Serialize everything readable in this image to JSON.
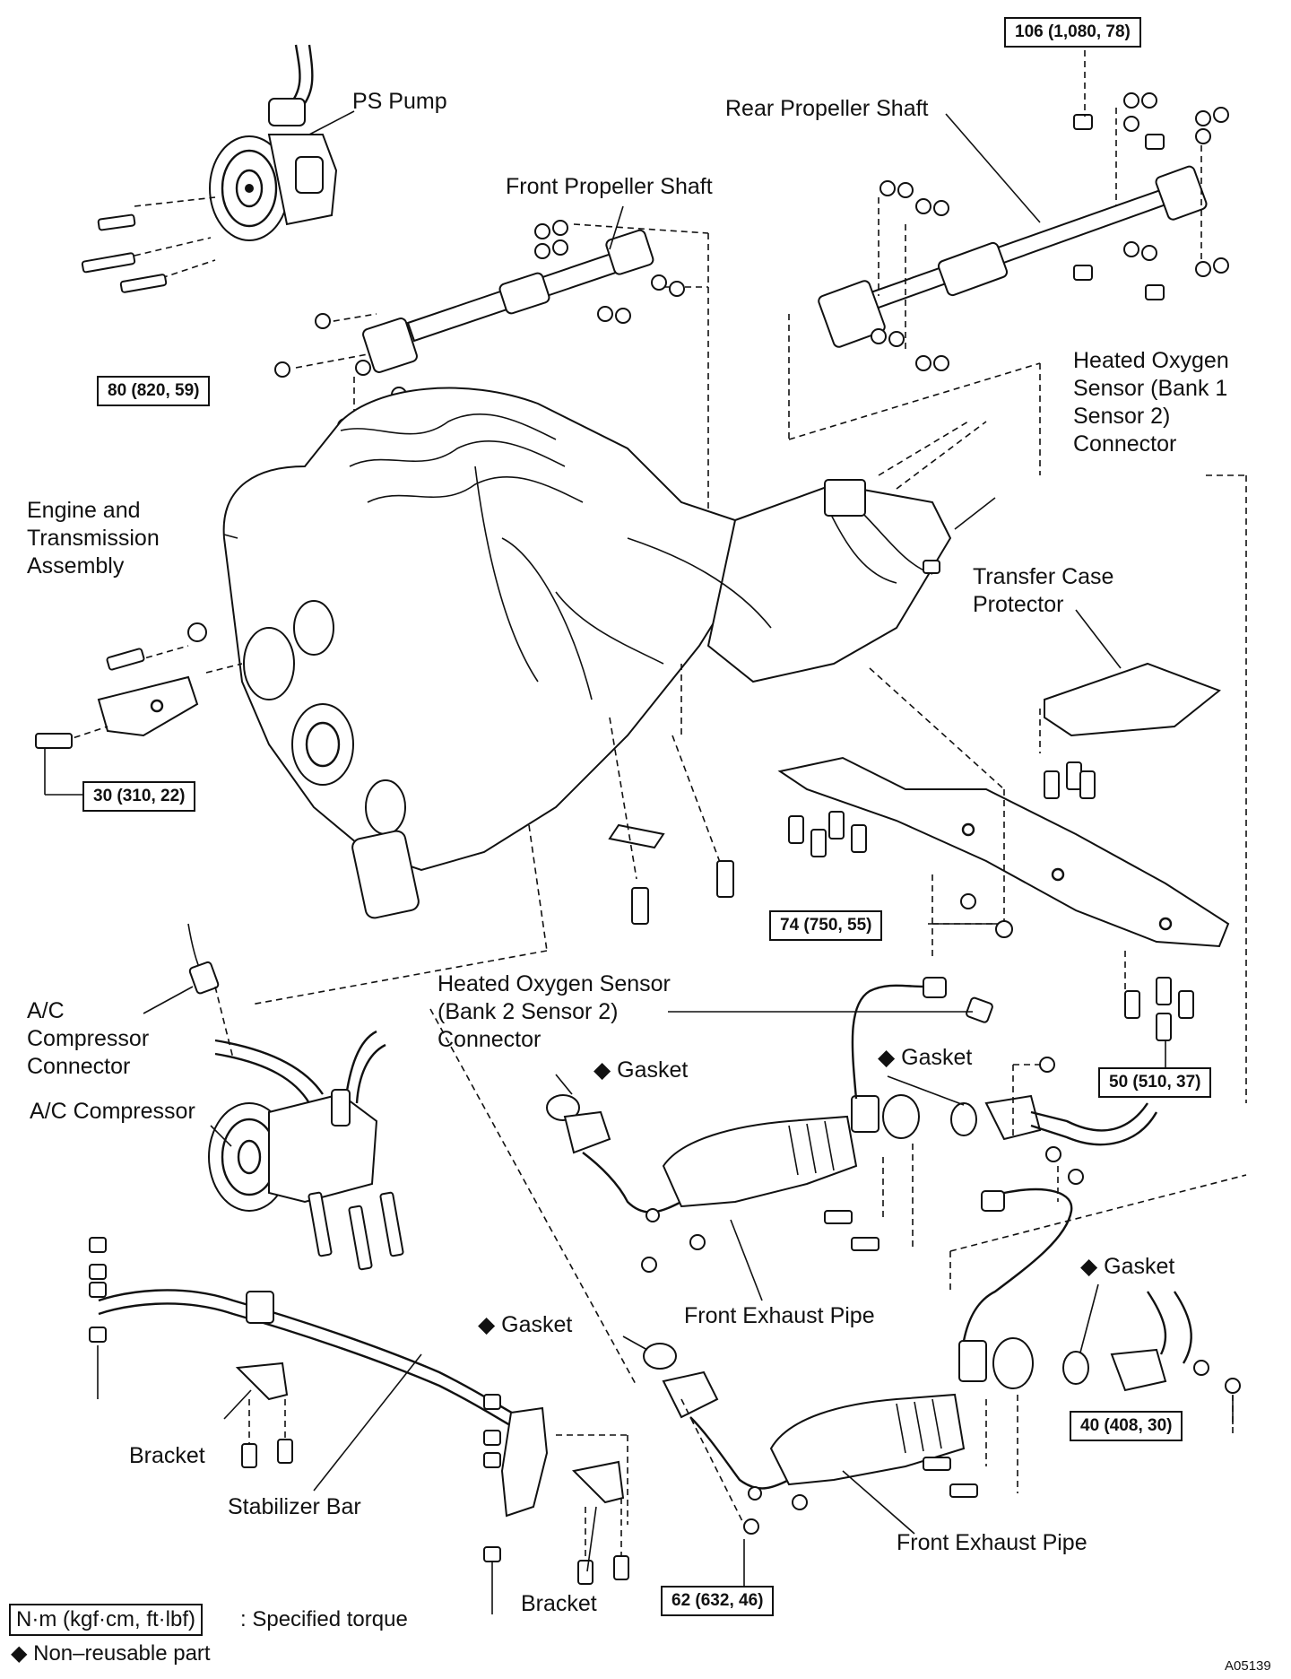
{
  "labels": {
    "ps_pump": "PS Pump",
    "rear_propeller_shaft": "Rear Propeller Shaft",
    "front_propeller_shaft": "Front Propeller Shaft",
    "heated_o2_bank1_s2": [
      "Heated Oxygen",
      "Sensor (Bank 1",
      "Sensor 2)",
      "Connector"
    ],
    "engine_transmission": [
      "Engine and",
      "Transmission",
      "Assembly"
    ],
    "transfer_case_protector": [
      "Transfer Case",
      "Protector"
    ],
    "heated_o2_bank2_s2": [
      "Heated Oxygen Sensor",
      "(Bank 2 Sensor 2)",
      "Connector"
    ],
    "ac_compressor_connector": [
      "A/C",
      "Compressor",
      "Connector"
    ],
    "ac_compressor": "A/C Compressor",
    "gasket_1": "◆ Gasket",
    "gasket_2": "◆ Gasket",
    "gasket_3": "◆ Gasket",
    "gasket_4": "◆ Gasket",
    "front_exhaust_pipe_1": "Front Exhaust Pipe",
    "front_exhaust_pipe_2": "Front Exhaust Pipe",
    "bracket_1": "Bracket",
    "bracket_2": "Bracket",
    "stabilizer_bar": "Stabilizer Bar"
  },
  "torque_specs": {
    "rear_shaft": "106 (1,080, 78)",
    "front_shaft": "80 (820, 59)",
    "engine_plate": "30 (310, 22)",
    "crossmember": "74 (750, 55)",
    "transfer_protector": "50 (510, 37)",
    "exhaust_flange_rear": "40 (408, 30)",
    "exhaust_flange_front": "62 (632, 46)"
  },
  "legend": {
    "torque_unit_box": "N·m (kgf·cm, ft·lbf)",
    "torque_unit_text": ": Specified torque",
    "non_reusable": "◆ Non–reusable part"
  },
  "figure_code": "A05139"
}
